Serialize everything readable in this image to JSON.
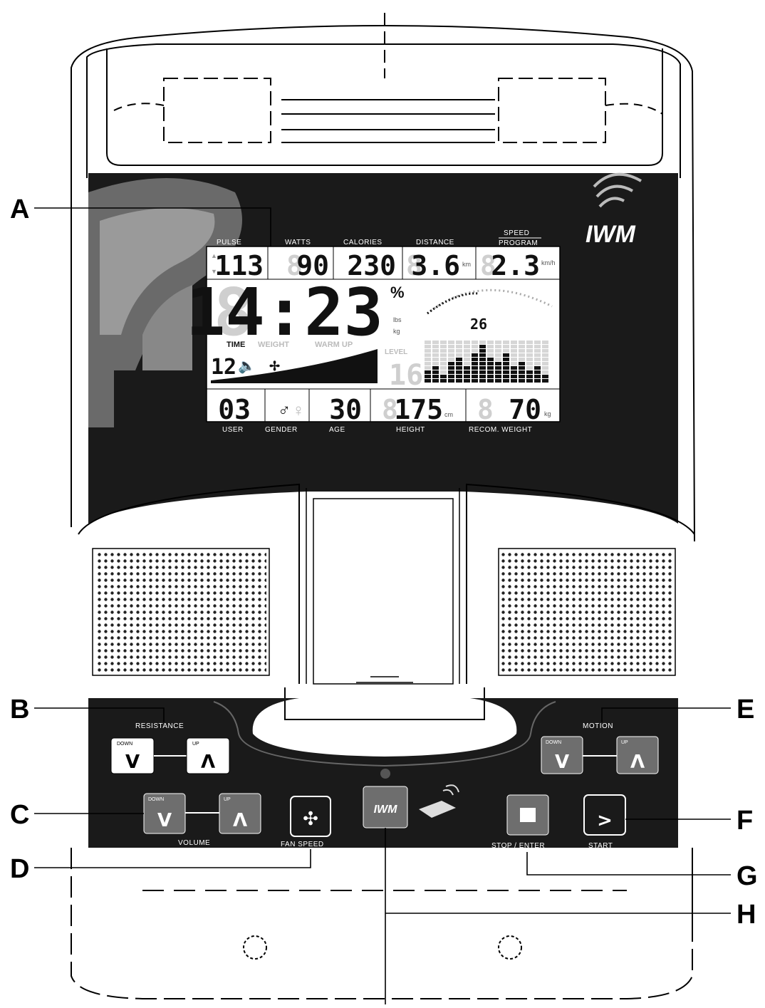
{
  "callouts": {
    "a": "A",
    "b": "B",
    "c": "C",
    "d": "D",
    "e": "E",
    "f": "F",
    "g": "G",
    "h": "H"
  },
  "brand": {
    "logo": "IWM"
  },
  "lcd": {
    "top_labels": {
      "pulse": "PULSE",
      "watts": "WATTS",
      "calories": "CALORIES",
      "distance": "DISTANCE",
      "speed": "SPEED",
      "program": "PROGRAM"
    },
    "top_values": {
      "pulse": "113",
      "watts": "90",
      "calories": "230",
      "distance": "3.6",
      "distance_unit": "km",
      "speed": "2.3",
      "speed_unit": "km/h"
    },
    "main": {
      "value": "14:23",
      "percent": "%",
      "lbs": "lbs",
      "kg": "kg"
    },
    "mode_labels": {
      "time": "TIME",
      "weight": "WEIGHT",
      "warm_up": "WARM UP",
      "level": "LEVEL"
    },
    "small_value": "12",
    "gauge_value": "26",
    "level_value": "16",
    "bottom_labels": {
      "user": "USER",
      "gender": "GENDER",
      "age": "AGE",
      "height": "HEIGHT",
      "recom_weight": "RECOM. WEIGHT"
    },
    "bottom_values": {
      "user": "03",
      "age": "30",
      "height": "175",
      "height_unit": "cm",
      "weight": "70",
      "weight_unit": "kg"
    }
  },
  "controls": {
    "resistance_label": "RESISTANCE",
    "motion_label": "MOTION",
    "volume_label": "VOLUME",
    "fan_speed_label": "FAN SPEED",
    "stop_enter_label": "STOP / ENTER",
    "start_label": "START",
    "down_caption": "DOWN",
    "up_caption": "UP",
    "down_glyph": "V",
    "up_glyph": "Λ",
    "start_glyph": ">",
    "iwm_key": "IWM"
  }
}
